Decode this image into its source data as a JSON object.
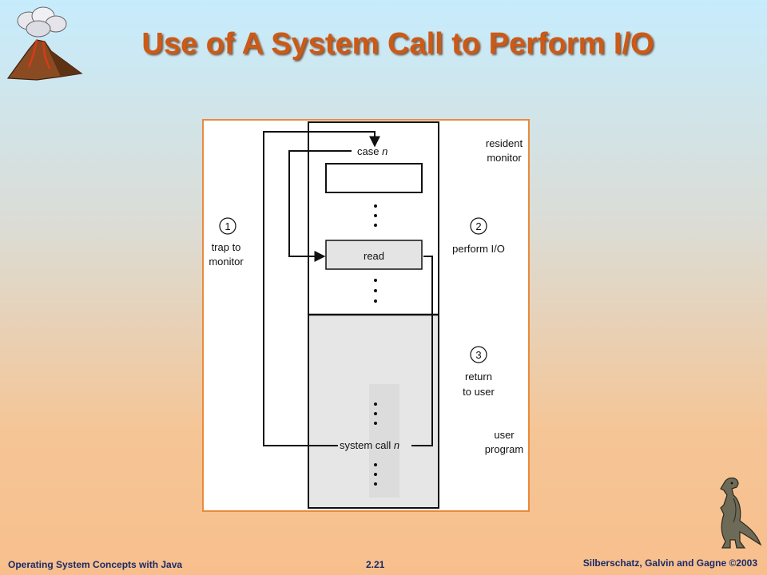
{
  "slide": {
    "title": "Use of A System Call to Perform I/O",
    "footer_left": "Operating System Concepts with Java",
    "footer_center": "2.21",
    "footer_right": "Silberschatz, Galvin and Gagne ©2003"
  },
  "diagram": {
    "case_label": "case ",
    "case_var": "n",
    "read_label": "read",
    "syscall_label": "system call ",
    "syscall_var": "n",
    "resident_line1": "resident",
    "resident_line2": "monitor",
    "user_line1": "user",
    "user_line2": "program",
    "step1_num": "1",
    "step1_line1": "trap to",
    "step1_line2": "monitor",
    "step2_num": "2",
    "step2_line1": "perform I/O",
    "step3_num": "3",
    "step3_line1": "return",
    "step3_line2": "to user"
  }
}
